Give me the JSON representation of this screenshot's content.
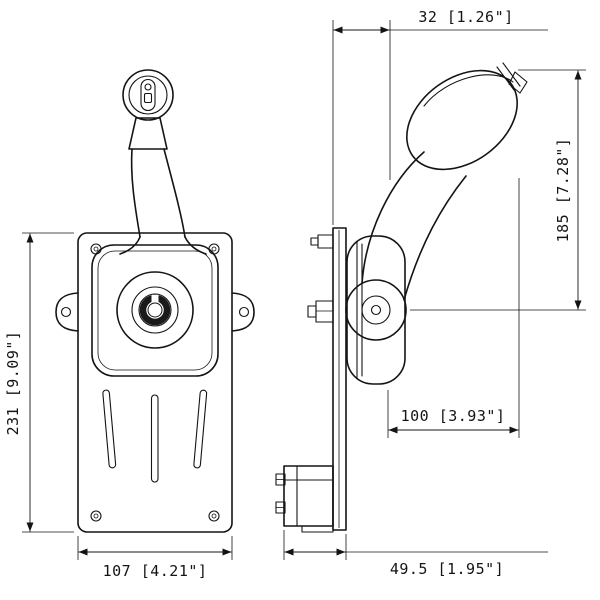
{
  "drawing": {
    "background": "#ffffff",
    "line_color": "#141414",
    "dimensions": {
      "top_offset": "32 [1.26\"]",
      "handle_height": "185 [7.28\"]",
      "body_height": "231 [9.09\"]",
      "housing_depth": "100 [3.93\"]",
      "body_width": "107 [4.21\"]",
      "bracket_depth": "49.5 [1.95\"]"
    }
  }
}
